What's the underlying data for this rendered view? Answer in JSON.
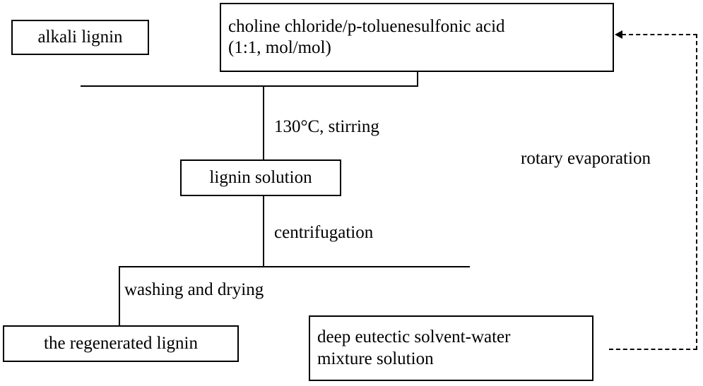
{
  "diagram": {
    "title": "lignin deep eutectic solvent treatment flowchart",
    "background": "#ffffff",
    "line_color": "#000000",
    "nodes": {
      "alkali_lignin": {
        "label": "alkali lignin"
      },
      "solvent": {
        "line1": "choline chloride/p-toluenesulfonic acid",
        "line2": "(1:1, mol/mol)"
      },
      "lignin_solution": {
        "label": "lignin solution"
      },
      "regenerated_lignin": {
        "label": "the regenerated lignin"
      },
      "des_water": {
        "line1": "deep eutectic solvent-water",
        "line2": "mixture solution"
      }
    },
    "edge_labels": {
      "heating": "130°C, stirring",
      "centrifugation": "centrifugation",
      "washing": "washing and drying",
      "rotary": "rotary evaporation"
    }
  }
}
